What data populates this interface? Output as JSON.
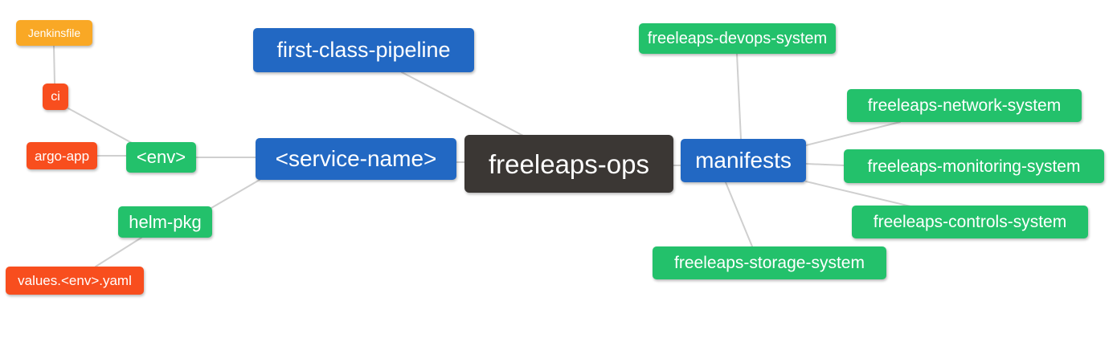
{
  "diagram": {
    "type": "mindmap",
    "root": "freeleaps-ops"
  },
  "palette": {
    "blue": "#2268c3",
    "green": "#23c16b",
    "red": "#f84e1e",
    "orange": "#f9a825",
    "dark": "#3b3734",
    "edge": "#cfcfcf",
    "text": "#ffffff",
    "background": "#ffffff"
  },
  "nodes": {
    "jenkinsfile": {
      "label": "Jenkinsfile",
      "color": "orange"
    },
    "ci": {
      "label": "ci",
      "color": "red"
    },
    "argo_app": {
      "label": "argo-app",
      "color": "red"
    },
    "env": {
      "label": "<env>",
      "color": "green"
    },
    "helm_pkg": {
      "label": "helm-pkg",
      "color": "green"
    },
    "values_env_yaml": {
      "label": "values.<env>.yaml",
      "color": "red"
    },
    "first_class_pipeline": {
      "label": "first-class-pipeline",
      "color": "blue"
    },
    "service_name": {
      "label": "<service-name>",
      "color": "blue"
    },
    "freeleaps_ops": {
      "label": "freeleaps-ops",
      "color": "dark"
    },
    "manifests": {
      "label": "manifests",
      "color": "blue"
    },
    "devops_system": {
      "label": "freeleaps-devops-system",
      "color": "green"
    },
    "network_system": {
      "label": "freeleaps-network-system",
      "color": "green"
    },
    "monitoring_system": {
      "label": "freeleaps-monitoring-system",
      "color": "green"
    },
    "controls_system": {
      "label": "freeleaps-controls-system",
      "color": "green"
    },
    "storage_system": {
      "label": "freeleaps-storage-system",
      "color": "green"
    }
  },
  "edges": [
    {
      "from": "jenkinsfile",
      "to": "ci"
    },
    {
      "from": "ci",
      "to": "env"
    },
    {
      "from": "argo_app",
      "to": "env"
    },
    {
      "from": "env",
      "to": "service_name"
    },
    {
      "from": "helm_pkg",
      "to": "service_name"
    },
    {
      "from": "values_env_yaml",
      "to": "helm_pkg"
    },
    {
      "from": "first_class_pipeline",
      "to": "freeleaps_ops"
    },
    {
      "from": "service_name",
      "to": "freeleaps_ops"
    },
    {
      "from": "freeleaps_ops",
      "to": "manifests"
    },
    {
      "from": "manifests",
      "to": "devops_system"
    },
    {
      "from": "manifests",
      "to": "network_system"
    },
    {
      "from": "manifests",
      "to": "monitoring_system"
    },
    {
      "from": "manifests",
      "to": "controls_system"
    },
    {
      "from": "manifests",
      "to": "storage_system"
    }
  ]
}
